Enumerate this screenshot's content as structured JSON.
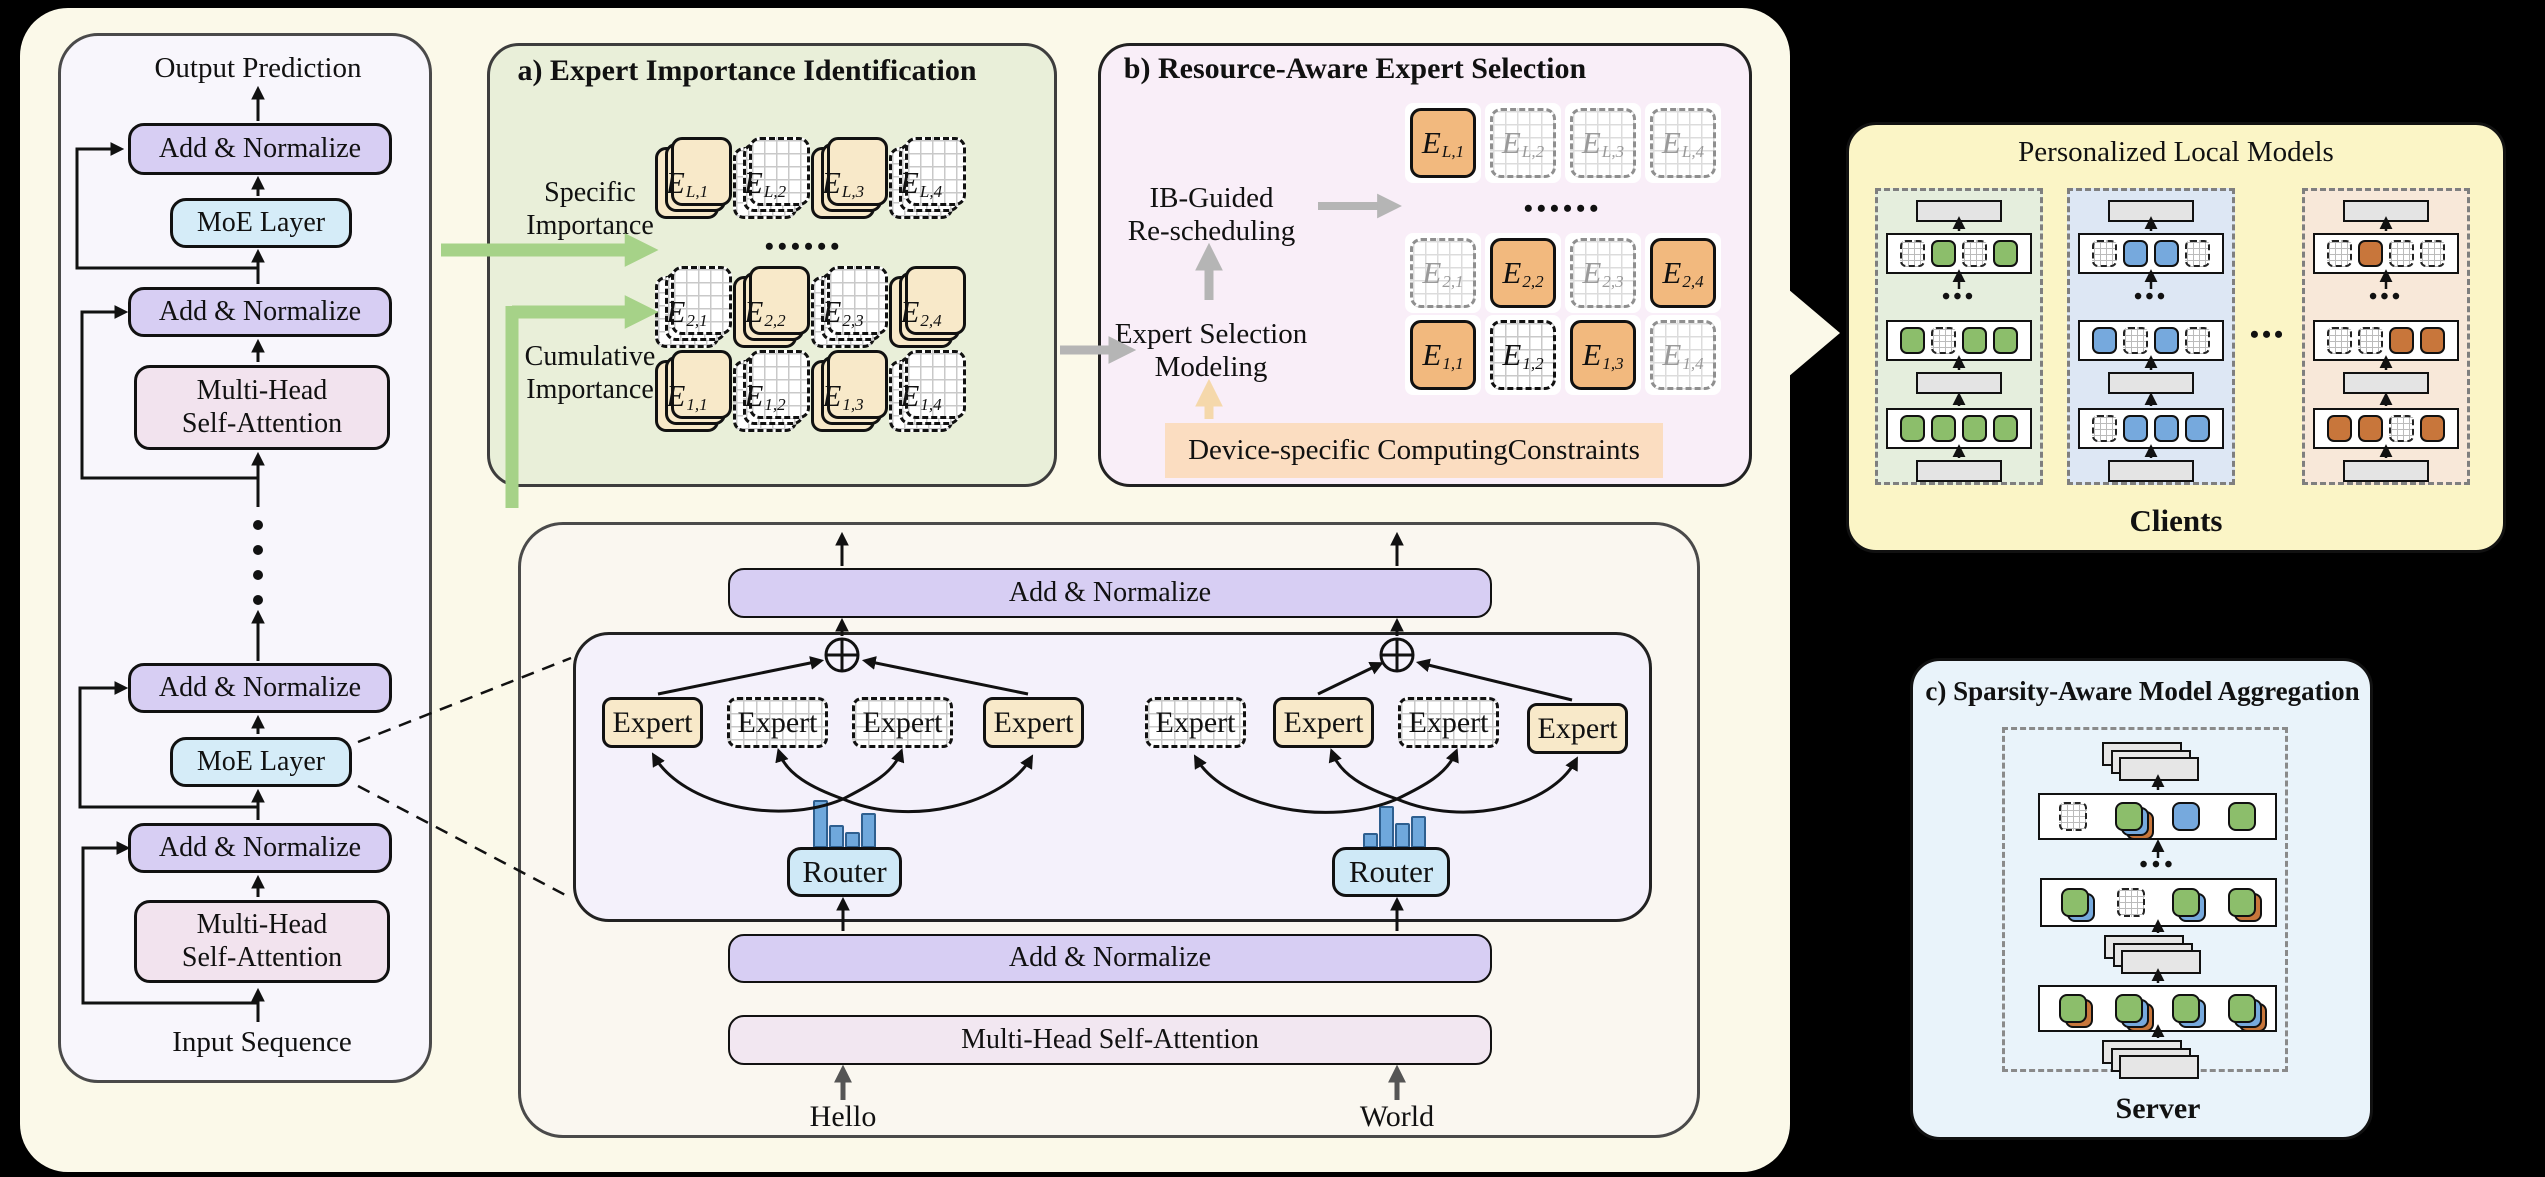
{
  "labels": {
    "output_prediction": "Output Prediction",
    "input_sequence": "Input Sequence",
    "add_normalize": "Add & Normalize",
    "moe_layer": "MoE Layer",
    "mhsa_line1": "Multi-Head",
    "mhsa_line2": "Self-Attention",
    "mhsa_inline": "Multi-Head Self-Attention",
    "expert": "Expert",
    "router": "Router",
    "hello": "Hello",
    "world": "World",
    "E": "E",
    "hdots": "••••••",
    "cdots": "•••"
  },
  "panel_a": {
    "title": "a) Expert Importance Identification",
    "specific_line1": "Specific",
    "specific_line2": "Importance",
    "cumulative_line1": "Cumulative",
    "cumulative_line2": "Importance",
    "rows": [
      {
        "subs": [
          "L,1",
          "L,2",
          "L,3",
          "L,4"
        ]
      },
      {
        "subs": [
          "2,1",
          "2,2",
          "2,3",
          "2,4"
        ]
      },
      {
        "subs": [
          "1,1",
          "1,2",
          "1,3",
          "1,4"
        ]
      }
    ]
  },
  "panel_b": {
    "title": "b) Resource-Aware Expert Selection",
    "ib_line1": "IB-Guided",
    "ib_line2": "Re-scheduling",
    "esm_line1": "Expert Selection",
    "esm_line2": "Modeling",
    "constraints": "Device-specific ComputingConstraints",
    "rows": [
      {
        "subs": [
          "L,1",
          "L,2",
          "L,3",
          "L,4"
        ]
      },
      {
        "subs": [
          "2,1",
          "2,2",
          "2,3",
          "2,4"
        ]
      },
      {
        "subs": [
          "1,1",
          "1,2",
          "1,3",
          "1,4"
        ]
      }
    ]
  },
  "moe_detail": {
    "router_gate_bars_left": [
      48,
      23,
      16,
      35
    ],
    "router_gate_bars_right": [
      15,
      42,
      25,
      32
    ]
  },
  "clients_panel": {
    "title": "Personalized Local Models",
    "caption": "Clients"
  },
  "server_panel": {
    "title": "c) Sparsity-Aware Model Aggregation",
    "caption": "Server"
  },
  "colors": {
    "container_bg": "#FBF9E9",
    "left_panel_bg": "#F8F6FC",
    "panel_a_bg": "#E9EFD9",
    "panel_b_bg": "#F9EEF8",
    "detail_bg": "#FAF7F0",
    "inner_bg": "#F4F1FB",
    "add_normalize": "#D7CEF3",
    "moe_layer": "#D5ECF8",
    "mhsa": "#F2E3EE",
    "expert_tan": "#F8E9C9",
    "expert_orange": "#F2B97E",
    "router": "#CFE9F7",
    "gate_bar": "#6FA8DC",
    "green_arrow": "#A6D288",
    "gray_arrow": "#B5B5B5",
    "orange_arrow": "#F5D8AB",
    "constraints_box": "#FBDDC1",
    "clients_bg": "#FBF5C6",
    "server_bg": "#E9F3FA",
    "client_green": "#8CBE6B",
    "client_blue": "#76A9DD",
    "client_orange": "#C8763B"
  }
}
